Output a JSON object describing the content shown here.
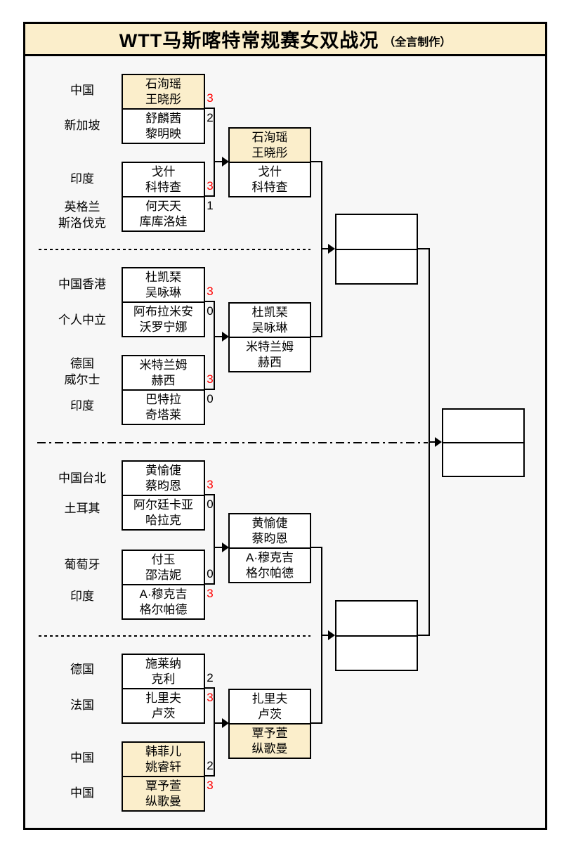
{
  "title": {
    "main": "WTT马斯喀特常规赛女双战况",
    "credit": "（全言制作）"
  },
  "colors": {
    "highlight": "#FBEECB",
    "win": "#FF0000",
    "frame_bg": "#F7F7F7"
  },
  "sections": [
    {
      "matches": [
        {
          "teams": [
            {
              "country": [
                "中国"
              ],
              "players": [
                "石洵瑶",
                "王晓彤"
              ],
              "score": "3",
              "winner": true,
              "highlight": true
            },
            {
              "country": [
                "新加坡"
              ],
              "players": [
                "舒麟茜",
                "黎明映"
              ],
              "score": "2",
              "winner": false,
              "highlight": false
            }
          ]
        },
        {
          "teams": [
            {
              "country": [
                "印度"
              ],
              "players": [
                "戈什",
                "科特查"
              ],
              "score": "3",
              "winner": true,
              "highlight": false
            },
            {
              "country": [
                "英格兰",
                "斯洛伐克"
              ],
              "players": [
                "何天天",
                "库库洛娃"
              ],
              "score": "1",
              "winner": false,
              "highlight": false
            }
          ]
        }
      ],
      "round2": {
        "teams": [
          {
            "players": [
              "石洵瑶",
              "王晓彤"
            ],
            "highlight": true
          },
          {
            "players": [
              "戈什",
              "科特查"
            ],
            "highlight": false
          }
        ]
      }
    },
    {
      "matches": [
        {
          "teams": [
            {
              "country": [
                "中国香港"
              ],
              "players": [
                "杜凯琹",
                "吴咏琳"
              ],
              "score": "3",
              "winner": true,
              "highlight": false
            },
            {
              "country": [
                "个人中立"
              ],
              "players": [
                "阿布拉米安",
                "沃罗宁娜"
              ],
              "score": "0",
              "winner": false,
              "highlight": false
            }
          ]
        },
        {
          "teams": [
            {
              "country": [
                "德国",
                "威尔士"
              ],
              "players": [
                "米特兰姆",
                "赫西"
              ],
              "score": "3",
              "winner": true,
              "highlight": false
            },
            {
              "country": [
                "印度"
              ],
              "players": [
                "巴特拉",
                "奇塔莱"
              ],
              "score": "0",
              "winner": false,
              "highlight": false
            }
          ]
        }
      ],
      "round2": {
        "teams": [
          {
            "players": [
              "杜凯琹",
              "吴咏琳"
            ],
            "highlight": false
          },
          {
            "players": [
              "米特兰姆",
              "赫西"
            ],
            "highlight": false
          }
        ]
      }
    },
    {
      "matches": [
        {
          "teams": [
            {
              "country": [
                "中国台北"
              ],
              "players": [
                "黄愉倢",
                "蔡昀恩"
              ],
              "score": "3",
              "winner": true,
              "highlight": false
            },
            {
              "country": [
                "土耳其"
              ],
              "players": [
                "阿尔廷卡亚",
                "哈拉克"
              ],
              "score": "0",
              "winner": false,
              "highlight": false
            }
          ]
        },
        {
          "teams": [
            {
              "country": [
                "葡萄牙"
              ],
              "players": [
                "付玉",
                "邵洁妮"
              ],
              "score": "0",
              "winner": false,
              "highlight": false
            },
            {
              "country": [
                "印度"
              ],
              "players": [
                "A·穆克吉",
                "格尔帕德"
              ],
              "score": "3",
              "winner": true,
              "highlight": false
            }
          ]
        }
      ],
      "round2": {
        "teams": [
          {
            "players": [
              "黄愉倢",
              "蔡昀恩"
            ],
            "highlight": false
          },
          {
            "players": [
              "A·穆克吉",
              "格尔帕德"
            ],
            "highlight": false
          }
        ]
      }
    },
    {
      "matches": [
        {
          "teams": [
            {
              "country": [
                "德国"
              ],
              "players": [
                "施莱纳",
                "克利"
              ],
              "score": "2",
              "winner": false,
              "highlight": false
            },
            {
              "country": [
                "法国"
              ],
              "players": [
                "扎里夫",
                "卢茨"
              ],
              "score": "3",
              "winner": true,
              "highlight": false
            }
          ]
        },
        {
          "teams": [
            {
              "country": [
                "中国"
              ],
              "players": [
                "韩菲儿",
                "姚睿轩"
              ],
              "score": "2",
              "winner": false,
              "highlight": true
            },
            {
              "country": [
                "中国"
              ],
              "players": [
                "覃予萱",
                "纵歌曼"
              ],
              "score": "3",
              "winner": true,
              "highlight": true
            }
          ]
        }
      ],
      "round2": {
        "teams": [
          {
            "players": [
              "扎里夫",
              "卢茨"
            ],
            "highlight": false
          },
          {
            "players": [
              "覃予萱",
              "纵歌曼"
            ],
            "highlight": true
          }
        ]
      }
    }
  ]
}
